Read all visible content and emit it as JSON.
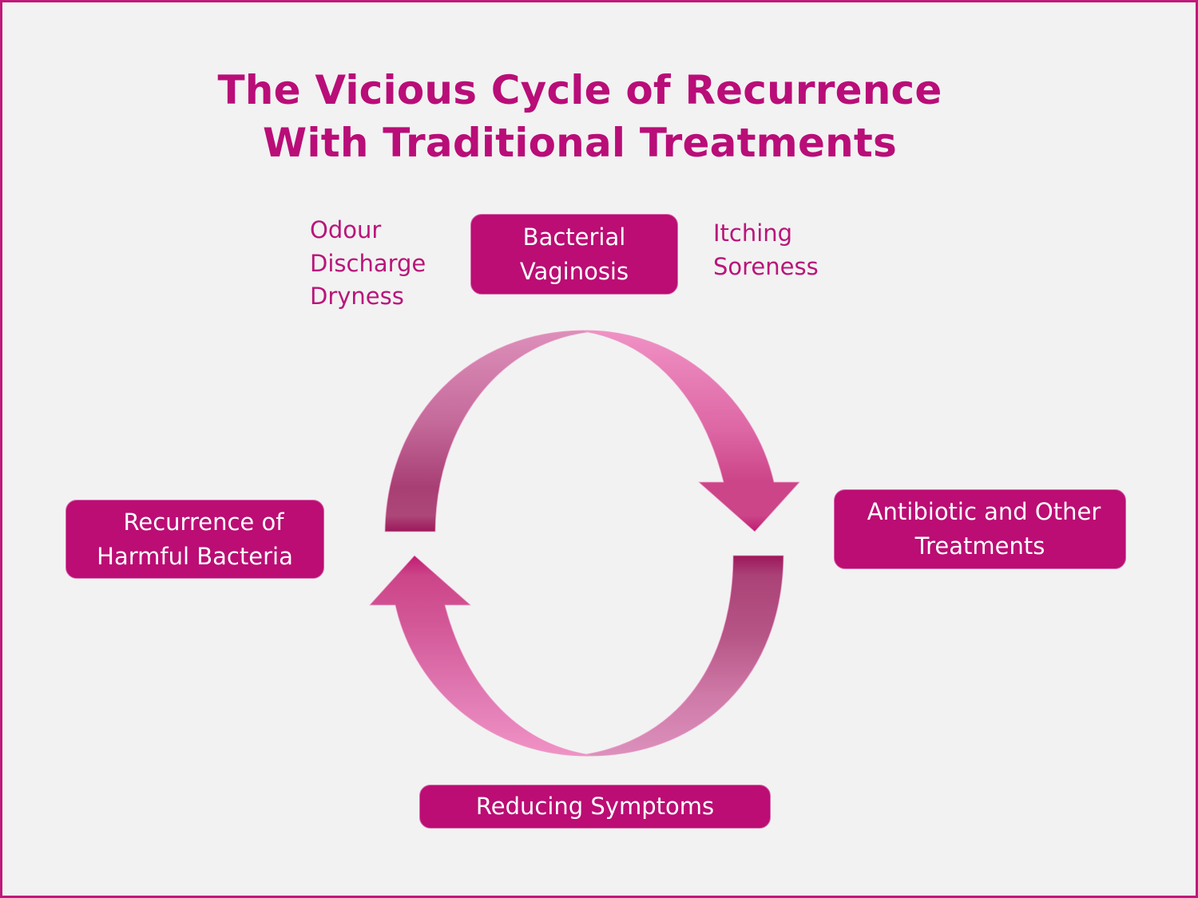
{
  "title": {
    "line1": "The Vicious Cycle of Recurrence",
    "line2": "With Traditional Treatments"
  },
  "colors": {
    "background": "#f2f2f2",
    "accent": "#bb0d74",
    "title_text": "#b90d78",
    "box_text": "#ffffff",
    "arrow_light": "#ef90c4",
    "arrow_dark": "#a3195f"
  },
  "nodes": {
    "top": {
      "line1": "Bacterial",
      "line2": "Vaginosis"
    },
    "right": {
      "line1": "Antibiotic and Other",
      "line2": "Treatments"
    },
    "bottom": {
      "line1": "Reducing Symptoms"
    },
    "left": {
      "line1": "Recurrence of",
      "line2": "Harmful Bacteria"
    }
  },
  "symptoms_left": [
    "Odour",
    "Discharge",
    "Dryness"
  ],
  "symptoms_right": [
    "Itching",
    "Soreness"
  ],
  "cycle": {
    "direction": "clockwise",
    "sequence": [
      "Bacterial Vaginosis",
      "Antibiotic and Other Treatments",
      "Reducing Symptoms",
      "Recurrence of Harmful Bacteria"
    ]
  }
}
